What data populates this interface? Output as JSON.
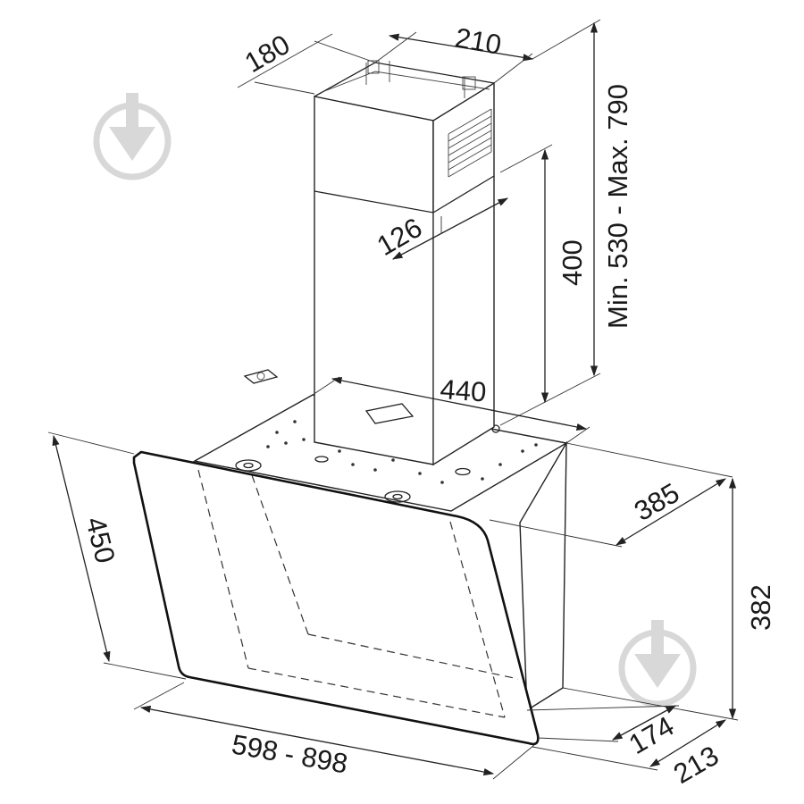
{
  "dimensions": {
    "chimney_depth": "180",
    "chimney_width": "210",
    "chimney_height_range": "Min. 530 - Max. 790",
    "lower_chimney_height": "400",
    "inner_chimney_offset": "126",
    "hood_depth_top": "440",
    "hood_depth_side": "385",
    "glass_height": "450",
    "hood_height": "382",
    "width_range": "598 - 898",
    "bottom_depth": "174",
    "total_depth": "213"
  },
  "watermark": {
    "icon": "download-arrow-circle-icon",
    "color": "#d8d8d8"
  }
}
